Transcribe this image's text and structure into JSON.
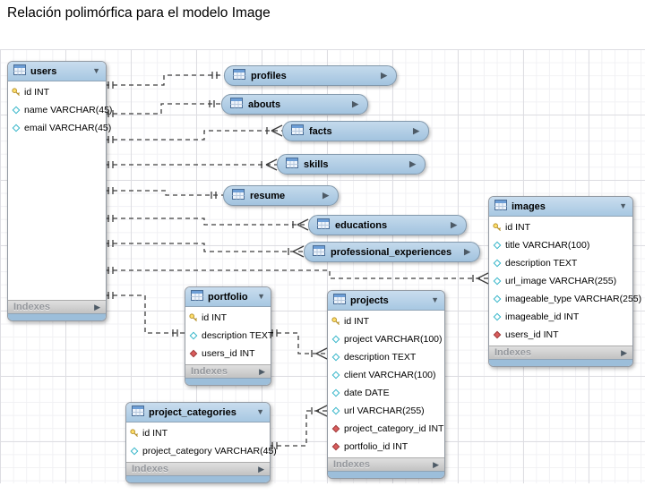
{
  "title": "Relación polimórfica para el modelo Image",
  "labels": {
    "indexes": "Indexes"
  },
  "icons": {
    "collapse": "▼",
    "expand": "▶"
  },
  "colors": {
    "table_header_blue": "#b5d0e8",
    "table_footer_blue": "#9cbeda",
    "indexes_gray": "#cfcfcf",
    "relationship_line": "#3d3d3d",
    "primary_key_yellow": "#ffdf6b",
    "foreign_key_red": "#d95c5c",
    "nullable_diamond_cyan": "#35b5c9"
  },
  "tables": {
    "users": {
      "name": "users",
      "columns": [
        {
          "icon": "key",
          "text": "id INT"
        },
        {
          "icon": "diamond",
          "text": "name VARCHAR(45)"
        },
        {
          "icon": "diamond",
          "text": "email VARCHAR(45)"
        }
      ]
    },
    "images": {
      "name": "images",
      "columns": [
        {
          "icon": "key",
          "text": "id INT"
        },
        {
          "icon": "diamond",
          "text": "title VARCHAR(100)"
        },
        {
          "icon": "diamond",
          "text": "description TEXT"
        },
        {
          "icon": "diamond",
          "text": "url_image VARCHAR(255)"
        },
        {
          "icon": "diamond",
          "text": "imageable_type VARCHAR(255)"
        },
        {
          "icon": "diamond",
          "text": "imageable_id INT"
        },
        {
          "icon": "diamond-red",
          "text": "users_id INT"
        }
      ]
    },
    "portfolio": {
      "name": "portfolio",
      "columns": [
        {
          "icon": "key",
          "text": "id INT"
        },
        {
          "icon": "diamond",
          "text": "description TEXT"
        },
        {
          "icon": "diamond-red",
          "text": "users_id INT"
        }
      ]
    },
    "projects": {
      "name": "projects",
      "columns": [
        {
          "icon": "key",
          "text": "id INT"
        },
        {
          "icon": "diamond",
          "text": "project VARCHAR(100)"
        },
        {
          "icon": "diamond",
          "text": "description TEXT"
        },
        {
          "icon": "diamond",
          "text": "client VARCHAR(100)"
        },
        {
          "icon": "diamond",
          "text": "date DATE"
        },
        {
          "icon": "diamond",
          "text": "url VARCHAR(255)"
        },
        {
          "icon": "diamond-red",
          "text": "project_category_id INT"
        },
        {
          "icon": "diamond-red",
          "text": "portfolio_id INT"
        }
      ]
    },
    "project_categories": {
      "name": "project_categories",
      "columns": [
        {
          "icon": "key",
          "text": "id INT"
        },
        {
          "icon": "diamond",
          "text": "project_category VARCHAR(45)"
        }
      ]
    }
  },
  "collapsed_tables": [
    {
      "id": "profiles",
      "name": "profiles"
    },
    {
      "id": "abouts",
      "name": "abouts"
    },
    {
      "id": "facts",
      "name": "facts"
    },
    {
      "id": "skills",
      "name": "skills"
    },
    {
      "id": "resume",
      "name": "resume"
    },
    {
      "id": "educations",
      "name": "educations"
    },
    {
      "id": "professional_experiences",
      "name": "professional_experiences"
    }
  ],
  "relationships": [
    {
      "from": "users",
      "to": "profiles",
      "cardinality": "one-to-one"
    },
    {
      "from": "users",
      "to": "abouts",
      "cardinality": "one-to-one"
    },
    {
      "from": "users",
      "to": "facts",
      "cardinality": "one-to-many"
    },
    {
      "from": "users",
      "to": "skills",
      "cardinality": "one-to-many"
    },
    {
      "from": "users",
      "to": "resume",
      "cardinality": "one-to-one"
    },
    {
      "from": "users",
      "to": "educations",
      "cardinality": "one-to-many"
    },
    {
      "from": "users",
      "to": "professional_experiences",
      "cardinality": "one-to-many"
    },
    {
      "from": "users",
      "to": "images",
      "cardinality": "one-to-many"
    },
    {
      "from": "users",
      "to": "portfolio",
      "cardinality": "one-to-one"
    },
    {
      "from": "portfolio",
      "to": "projects",
      "cardinality": "one-to-many"
    },
    {
      "from": "project_categories",
      "to": "projects",
      "cardinality": "one-to-many"
    }
  ]
}
